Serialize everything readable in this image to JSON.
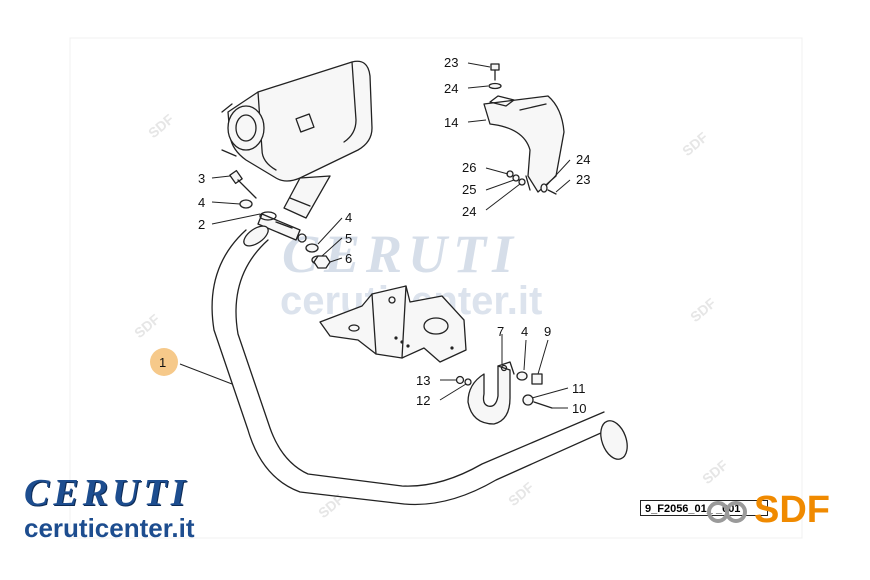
{
  "diagram": {
    "callouts": {
      "c1": "1",
      "c2": "2",
      "c3": "3",
      "c4a": "4",
      "c4b": "4",
      "c4c": "4",
      "c5": "5",
      "c6": "6",
      "c7": "7",
      "c9": "9",
      "c10": "10",
      "c11": "11",
      "c12": "12",
      "c13": "13",
      "c14": "14",
      "c23a": "23",
      "c23b": "23",
      "c24a": "24",
      "c24b": "24",
      "c24c": "24",
      "c25": "25",
      "c26": "26"
    },
    "highlight_color": "#f6c98a",
    "drawing_code": "9_F2056_01_ _001"
  },
  "watermark": {
    "name": "CERUTI",
    "url": "ceruticenter.it",
    "sdf": "SDF"
  },
  "brand": {
    "name": "CERUTI",
    "url": "ceruticenter.it",
    "color": "#1d4d8f"
  },
  "sdf_logo": {
    "text": "SDF",
    "color": "#f08a00"
  }
}
